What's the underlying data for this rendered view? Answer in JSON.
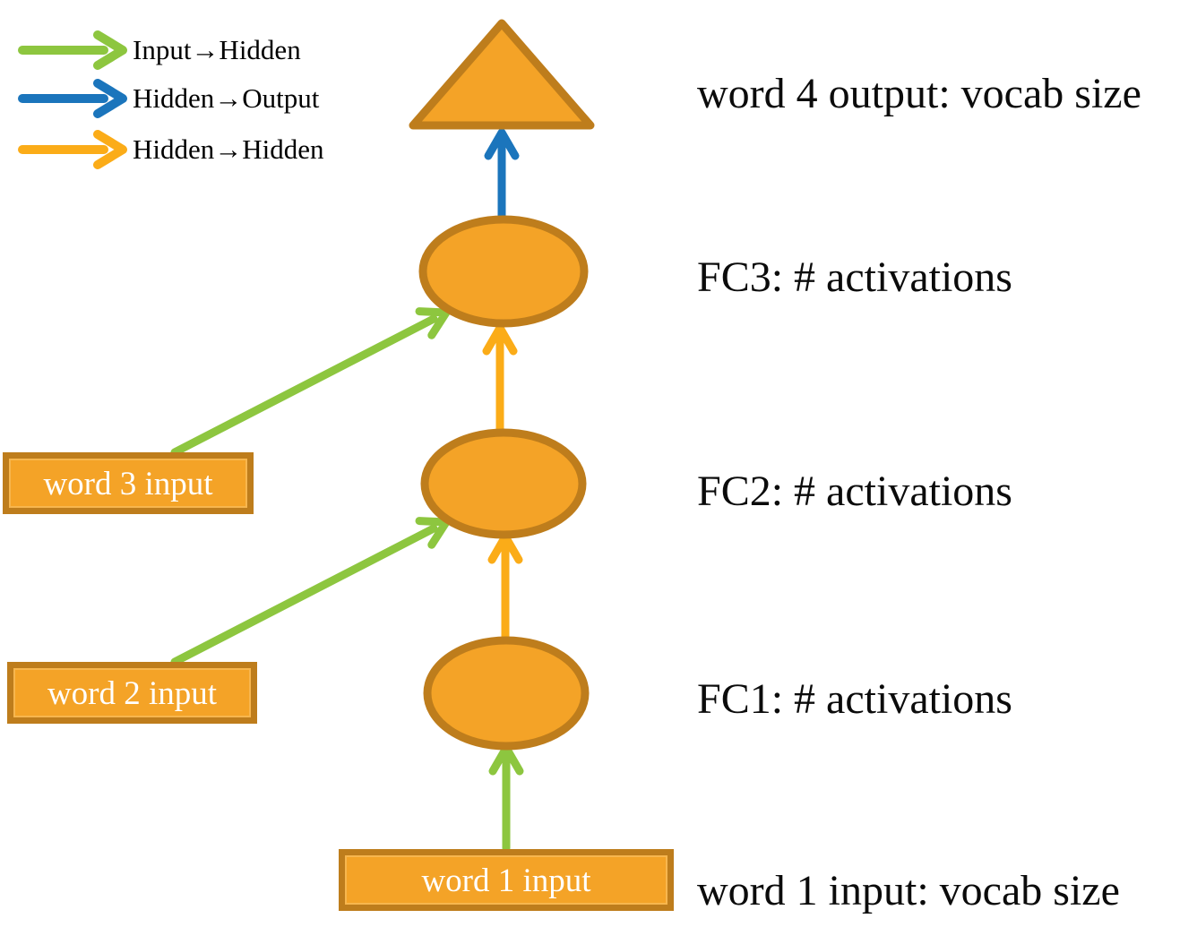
{
  "legend": {
    "items": [
      {
        "label": "Input→Hidden",
        "color": "#8DC63F"
      },
      {
        "label": "Hidden→Output",
        "color": "#1B75BC"
      },
      {
        "label": "Hidden→Hidden",
        "color": "#FBAC18"
      }
    ]
  },
  "labels": {
    "word4_output": "word 4 output: vocab size",
    "fc3": "FC3: # activations",
    "fc2": "FC2: # activations",
    "fc1": "FC1: # activations",
    "word1_vocab": "word 1 input: vocab size"
  },
  "boxes": {
    "word3": {
      "label": "word 3 input"
    },
    "word2": {
      "label": "word 2 input"
    },
    "word1": {
      "label": "word 1 input"
    }
  },
  "colors": {
    "node_fill": "#F4A327",
    "node_stroke": "#BE7D1C",
    "input_hidden_arrow": "#8DC63F",
    "hidden_output_arrow": "#1B75BC",
    "hidden_hidden_arrow": "#FBAC18",
    "text": "#000000",
    "box_text": "#FFFFFF"
  }
}
